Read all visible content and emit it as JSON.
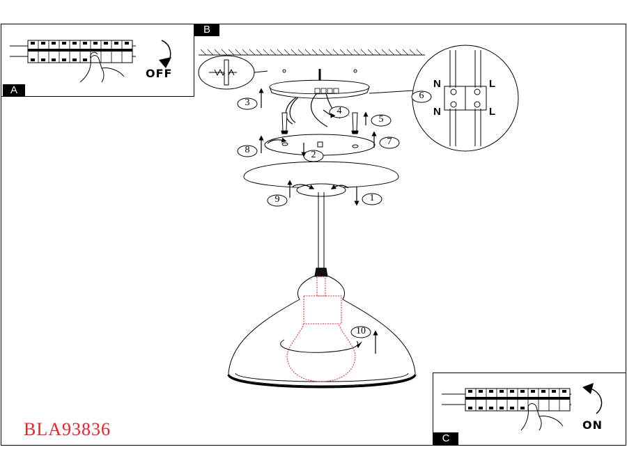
{
  "panels": {
    "a": {
      "tag": "A",
      "action_label": "OFF"
    },
    "b": {
      "tag": "B"
    },
    "c": {
      "tag": "C",
      "action_label": "ON"
    }
  },
  "model_number": "BLA93836",
  "callouts": [
    "1",
    "2",
    "3",
    "4",
    "5",
    "6",
    "7",
    "8",
    "9",
    "10"
  ],
  "wiring": {
    "left_top": "N",
    "right_top": "L",
    "left_bottom": "N",
    "right_bottom": "L"
  },
  "colors": {
    "line": "#000000",
    "bulb": "#e8212a",
    "model_text": "#e8212a"
  }
}
